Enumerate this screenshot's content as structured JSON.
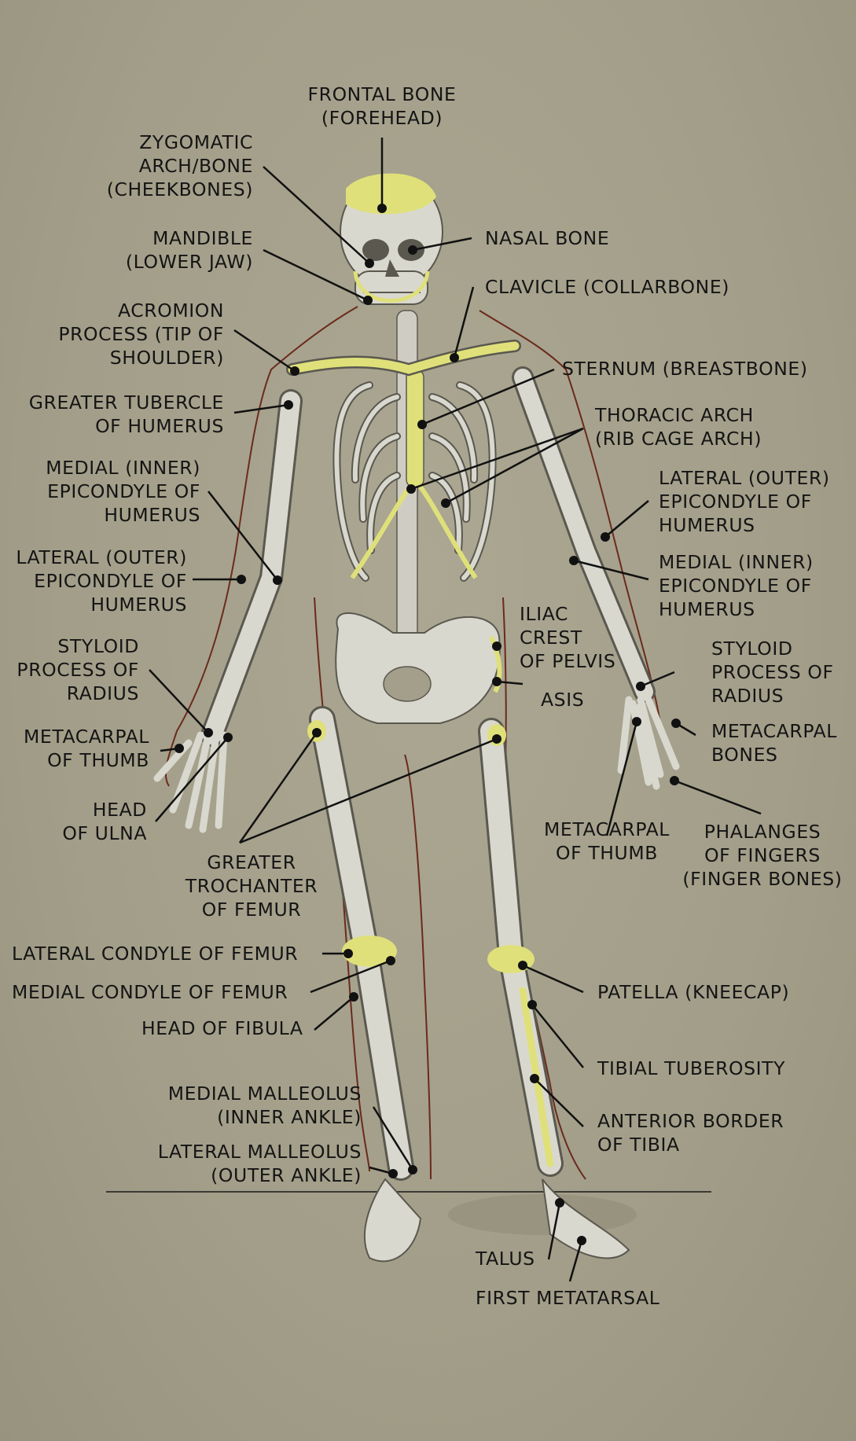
{
  "colors": {
    "background": "#a39f8a",
    "bone": "#d9d8cf",
    "bone_shade": "#8f8d84",
    "highlight": "#dfe07a",
    "outline": "#6b2a1c",
    "leader": "#111111"
  },
  "labels": {
    "frontal_bone": [
      "FRONTAL BONE",
      "(FOREHEAD)"
    ],
    "zygomatic": [
      "ZYGOMATIC",
      "ARCH/BONE",
      "(CHEEKBONES)"
    ],
    "nasal_bone": [
      "NASAL BONE"
    ],
    "mandible": [
      "MANDIBLE",
      "(LOWER JAW)"
    ],
    "clavicle": [
      "CLAVICLE (COLLARBONE)"
    ],
    "acromion": [
      "ACROMION",
      "PROCESS (TIP OF",
      "SHOULDER)"
    ],
    "sternum": [
      "STERNUM (BREASTBONE)"
    ],
    "greater_tubercle": [
      "GREATER TUBERCLE",
      "OF HUMERUS"
    ],
    "thoracic_arch": [
      "THORACIC ARCH",
      "(RIB CAGE ARCH)"
    ],
    "medial_epicondyle_left": [
      "MEDIAL (INNER)",
      "EPICONDYLE OF",
      "HUMERUS"
    ],
    "lateral_epicondyle_right": [
      "LATERAL (OUTER)",
      "EPICONDYLE OF",
      "HUMERUS"
    ],
    "lateral_epicondyle_left": [
      "LATERAL (OUTER)",
      "EPICONDYLE OF",
      "HUMERUS"
    ],
    "medial_epicondyle_right": [
      "MEDIAL (INNER)",
      "EPICONDYLE OF",
      "HUMERUS"
    ],
    "iliac_crest": [
      "ILIAC",
      "CREST",
      "OF PELVIS"
    ],
    "styloid_left": [
      "STYLOID",
      "PROCESS OF",
      "RADIUS"
    ],
    "styloid_right": [
      "STYLOID",
      "PROCESS OF",
      "RADIUS"
    ],
    "asis": [
      "ASIS"
    ],
    "metacarpal_thumb_left": [
      "METACARPAL",
      "OF THUMB"
    ],
    "metacarpal_bones": [
      "METACARPAL",
      "BONES"
    ],
    "head_ulna": [
      "HEAD",
      "OF ULNA"
    ],
    "metacarpal_thumb_right": [
      "METACARPAL",
      "OF THUMB"
    ],
    "phalanges": [
      "PHALANGES",
      "OF FINGERS",
      "(FINGER BONES)"
    ],
    "greater_trochanter": [
      "GREATER",
      "TROCHANTER",
      "OF FEMUR"
    ],
    "lateral_condyle": [
      "LATERAL CONDYLE OF FEMUR"
    ],
    "medial_condyle": [
      "MEDIAL CONDYLE OF FEMUR"
    ],
    "patella": [
      "PATELLA (KNEECAP)"
    ],
    "head_fibula": [
      "HEAD OF FIBULA"
    ],
    "tibial_tuberosity": [
      "TIBIAL TUBEROSITY"
    ],
    "medial_malleolus": [
      "MEDIAL MALLEOLUS",
      "(INNER ANKLE)"
    ],
    "anterior_border": [
      "ANTERIOR BORDER",
      "OF TIBIA"
    ],
    "lateral_malleolus": [
      "LATERAL MALLEOLUS",
      "(OUTER ANKLE)"
    ],
    "talus": [
      "TALUS"
    ],
    "first_metatarsal": [
      "FIRST METATARSAL"
    ]
  }
}
